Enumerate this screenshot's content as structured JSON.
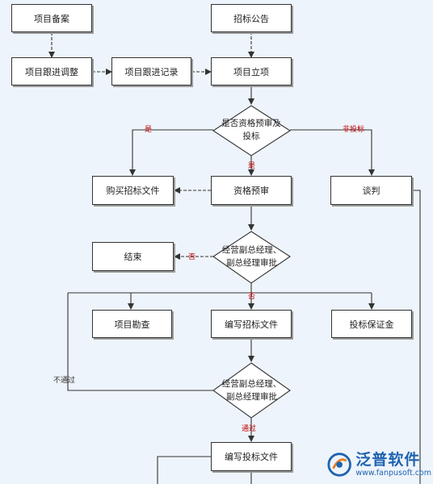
{
  "flowchart": {
    "nodes": {
      "project_filing": "项目备案",
      "tender_announcement": "招标公告",
      "project_follow_up_adjust": "项目跟进调整",
      "project_follow_up_record": "项目跟进记录",
      "project_approval": "项目立项",
      "prequal_and_bid_decision": [
        "是否资格预审及",
        "投标"
      ],
      "purchase_tender_docs": "购买招标文件",
      "prequalification": "资格预审",
      "negotiation": "谈判",
      "end": "结束",
      "manager_review_1": [
        "经营副总经理、",
        "副总经理审批"
      ],
      "site_survey": "项目勘查",
      "prepare_tender_docs": "编写招标文件",
      "bid_bond": "投标保证金",
      "manager_review_2": [
        "经营副总经理、",
        "副总经理审批"
      ],
      "prepare_bid_docs": "编写投标文件"
    },
    "edge_labels": {
      "yes_1": "是",
      "non_bidding": "非投标",
      "yes_2": "是",
      "no_1": "否",
      "no_2": "否",
      "not_passed": "不通过",
      "passed": "通过"
    },
    "colors": {
      "label_red": "#c00000",
      "box_border": "#333333",
      "background": "#eef4fb"
    }
  },
  "logo": {
    "brand": "泛普软件",
    "site": "www.fanpusoft.com",
    "icon": "fanpu-logo-icon"
  }
}
